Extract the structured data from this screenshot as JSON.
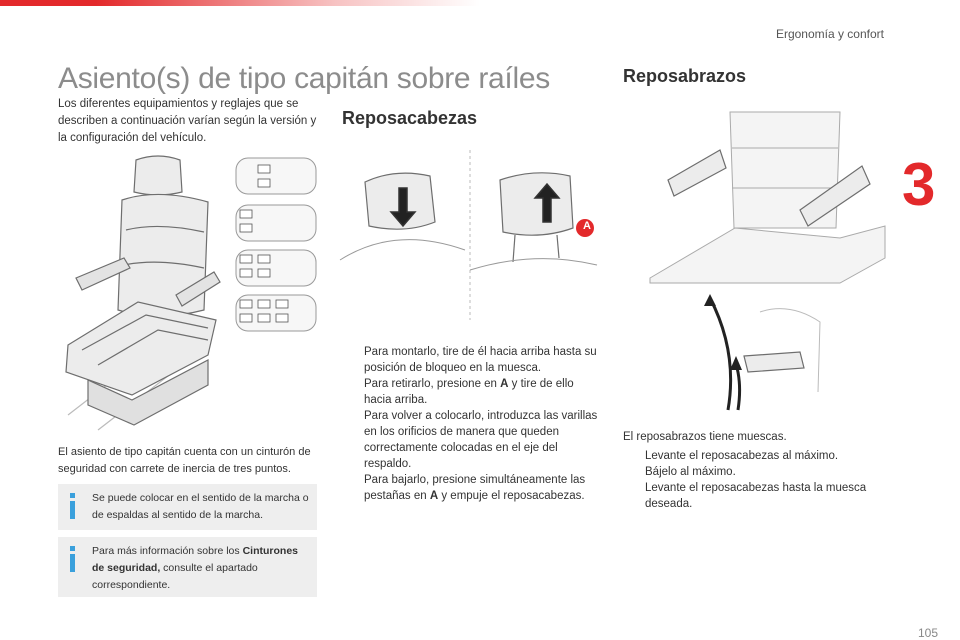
{
  "header": {
    "section_title": "Ergonomía y confort",
    "chapter_number": "3"
  },
  "page_title": "Asiento(s) de tipo capitán sobre raíles",
  "intro_text": "Los diferentes equipamientos y reglajes que se describen a continuación varían según la versión y la configuración del vehículo.",
  "seat_caption": "El asiento de tipo capitán cuenta con un cinturón de seguridad con carrete de inercia de tres puntos.",
  "info_boxes": [
    {
      "text": "Se puede colocar en el sentido de la marcha o de espaldas al sentido de la marcha."
    },
    {
      "text_before": "Para más información sobre los ",
      "bold": "Cinturones de seguridad,",
      "text_after": " consulte el apartado correspondiente."
    }
  ],
  "headrest": {
    "title": "Reposacabezas",
    "marker_label": "A",
    "bullets": [
      {
        "text_before": "Para montarlo, tire de él hacia arriba hasta su posición de bloqueo en la muesca.",
        "bold": "",
        "text_after": ""
      },
      {
        "text_before": "Para retirarlo, presione en ",
        "bold": "A",
        "text_after": " y tire de ello hacia arriba."
      },
      {
        "text_before": "Para volver a colocarlo, introduzca las varillas en los orificios de manera que queden correctamente colocadas en el eje del respaldo.",
        "bold": "",
        "text_after": ""
      },
      {
        "text_before": "Para bajarlo, presione simultáneamente las pestañas en ",
        "bold": "A",
        "text_after": " y empuje el reposacabezas."
      }
    ]
  },
  "armrest": {
    "title": "Reposabrazos",
    "intro": "El reposabrazos tiene muescas.",
    "bullets": [
      "Levante el reposacabezas al máximo.",
      "Bájelo al máximo.",
      "Levante el reposacabezas hasta la muesca deseada."
    ]
  },
  "bullet_symbol": "",
  "colors": {
    "accent": "#e3292b",
    "info": "#3aa0dc",
    "title_gray": "#8c8c8c",
    "info_bg": "#eeeeee"
  },
  "page_number": "105"
}
